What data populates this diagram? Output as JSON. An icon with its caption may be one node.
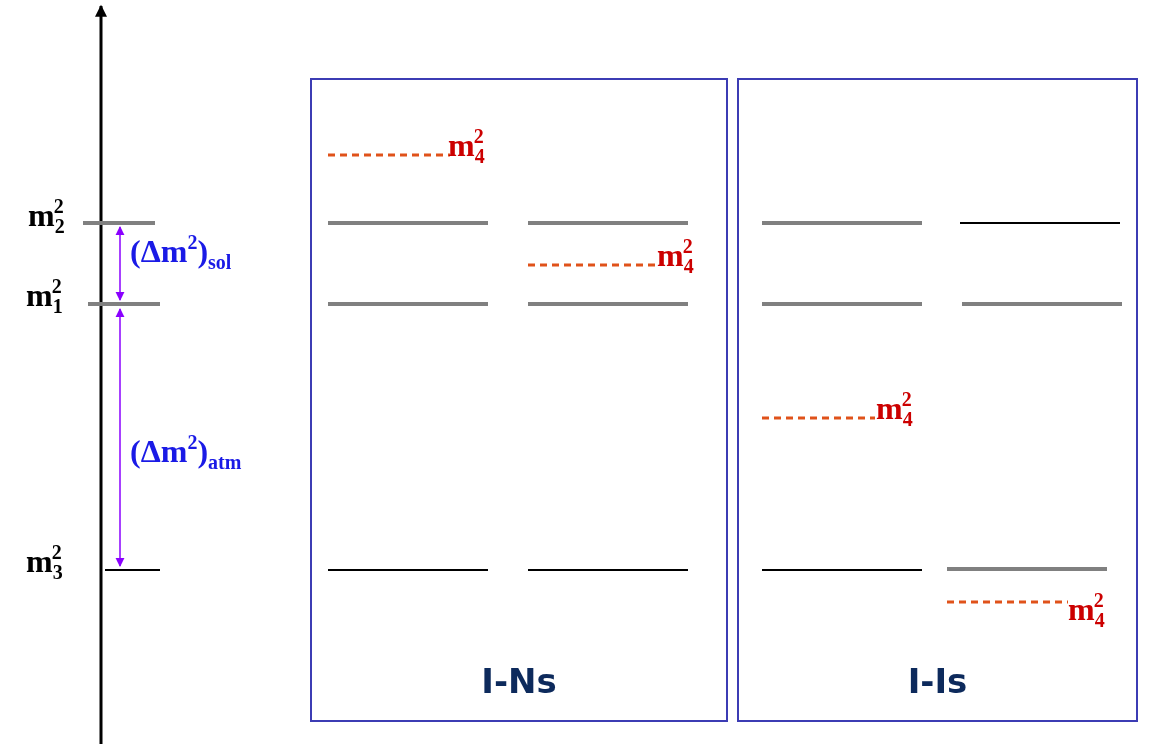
{
  "diagram": {
    "nodes": [
      {
        "text": [
          "I-Ns"
        ]
      },
      {
        "text": [
          "I-Is"
        ]
      }
    ],
    "labels": [
      "m$_{4}$$^{2}$",
      "m$_{2}$$^{2}$",
      "m$_{4}$$^{2}$",
      "(Δm$^{2}$)$_{sol}$",
      "m$_{1}$$^{2}$",
      "m$_{4}$$^{2}$",
      "(Δm$^{2}$)$_{atm}$",
      "m$_{3}$$^{2}$",
      "m$_{4}$$^{2}$"
    ]
  }
}
